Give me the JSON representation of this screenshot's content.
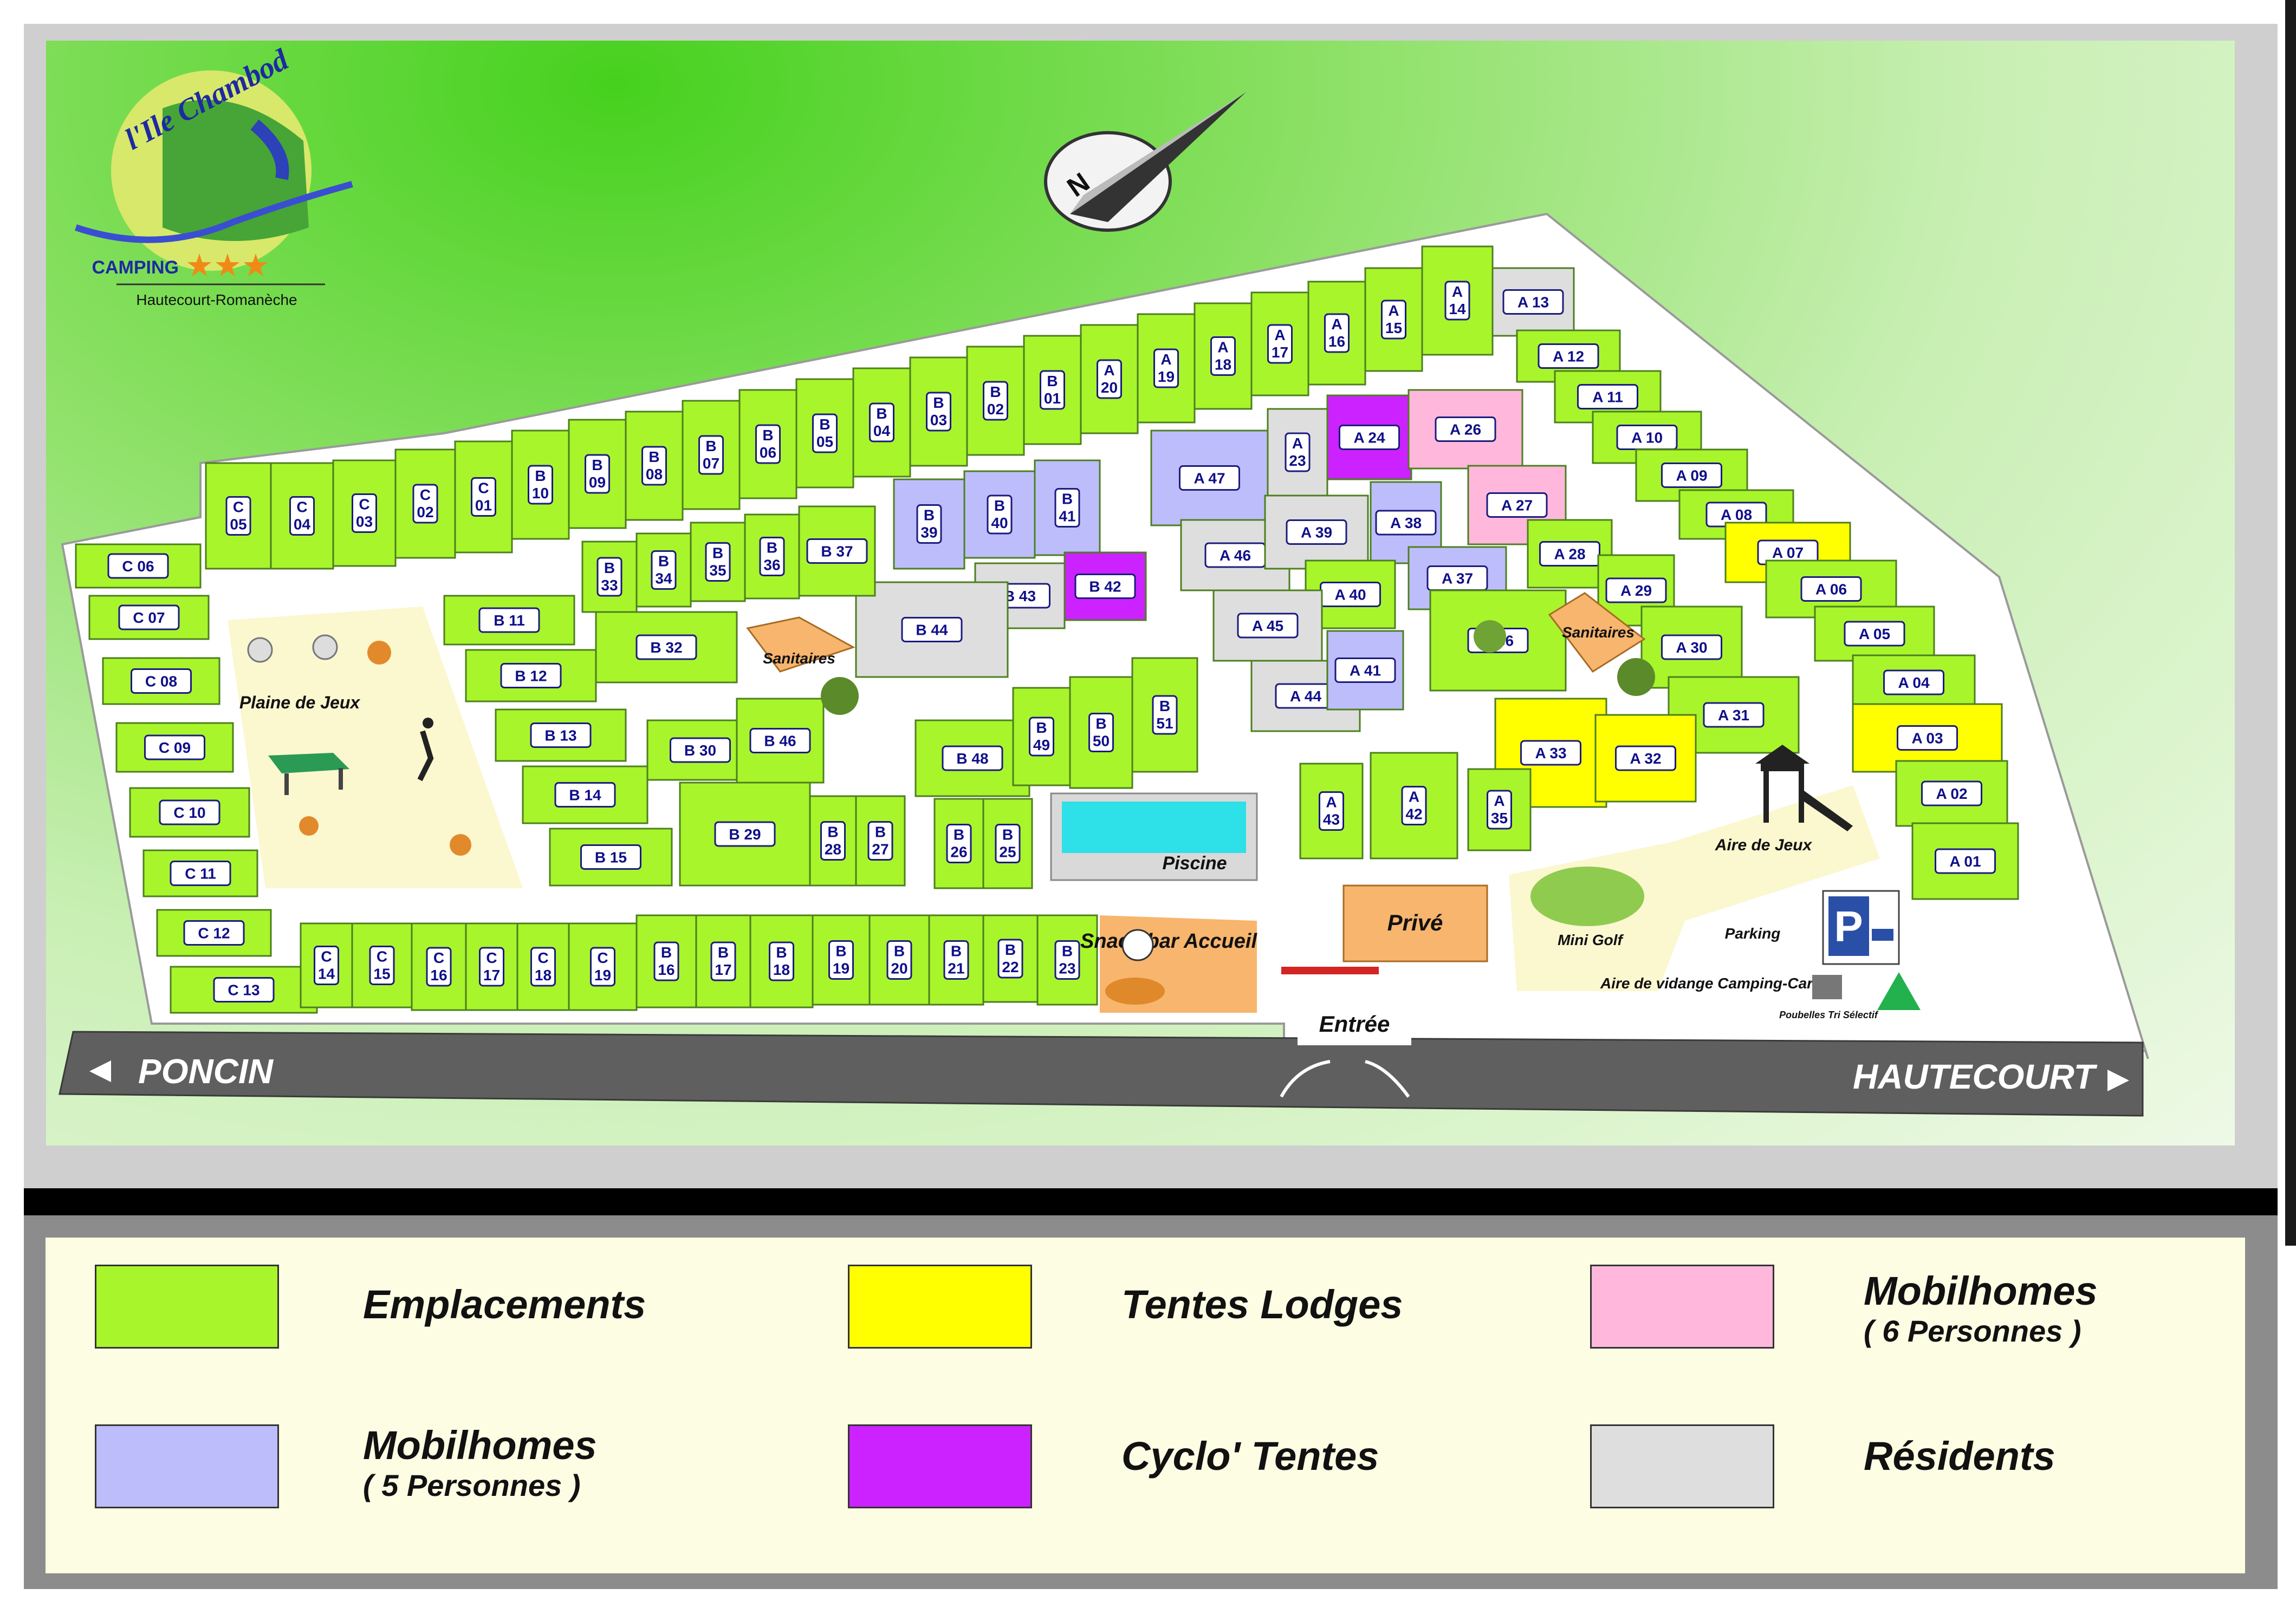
{
  "logo": {
    "name": "l'Ile Chambod",
    "tag": "CAMPING",
    "stars": "★★★",
    "place": "Hautecourt-Romanèche"
  },
  "compass": {
    "letter": "N"
  },
  "roads": {
    "left": "PONCIN",
    "right": "HAUTECOURT"
  },
  "places": {
    "plaine_de_jeux": "Plaine de Jeux",
    "sanitaires": "Sanitaires",
    "piscine": "Piscine",
    "snack": "Snack bar Accueil",
    "prive": "Privé",
    "entree": "Entrée",
    "aire_de_jeux": "Aire de Jeux",
    "mini_golf": "Mini Golf",
    "parking": "Parking",
    "aire_vidange": "Aire de vidange Camping-Car",
    "poubelles": "Poubelles Tri Sélectif"
  },
  "legend": [
    {
      "label": "Emplacements",
      "sub": "",
      "color": "#a8f52b"
    },
    {
      "label": "Tentes Lodges",
      "sub": "",
      "color": "#ffff00"
    },
    {
      "label": "Mobilhomes",
      "sub": "( 6 Personnes )",
      "color": "#ffb8dc"
    },
    {
      "label": "Mobilhomes",
      "sub": "( 5 Personnes )",
      "color": "#bdbdfc"
    },
    {
      "label": "Cyclo' Tentes",
      "sub": "",
      "color": "#cc22ff"
    },
    {
      "label": "Résidents",
      "sub": "",
      "color": "#dedede"
    }
  ],
  "lots": [
    {
      "id": "C 06",
      "cat": "emplacement"
    },
    {
      "id": "C 07",
      "cat": "emplacement"
    },
    {
      "id": "C 08",
      "cat": "emplacement"
    },
    {
      "id": "C 09",
      "cat": "emplacement"
    },
    {
      "id": "C 10",
      "cat": "emplacement"
    },
    {
      "id": "C 11",
      "cat": "emplacement"
    },
    {
      "id": "C 12",
      "cat": "emplacement"
    },
    {
      "id": "C 13",
      "cat": "emplacement"
    },
    {
      "id": "C 05",
      "cat": "emplacement"
    },
    {
      "id": "C 04",
      "cat": "emplacement"
    },
    {
      "id": "C 03",
      "cat": "emplacement"
    },
    {
      "id": "C 02",
      "cat": "emplacement"
    },
    {
      "id": "C 01",
      "cat": "emplacement"
    },
    {
      "id": "B 10",
      "cat": "emplacement"
    },
    {
      "id": "B 09",
      "cat": "emplacement"
    },
    {
      "id": "B 08",
      "cat": "emplacement"
    },
    {
      "id": "B 07",
      "cat": "emplacement"
    },
    {
      "id": "B 06",
      "cat": "emplacement"
    },
    {
      "id": "B 05",
      "cat": "emplacement"
    },
    {
      "id": "B 04",
      "cat": "emplacement"
    },
    {
      "id": "B 03",
      "cat": "emplacement"
    },
    {
      "id": "B 02",
      "cat": "emplacement"
    },
    {
      "id": "B 01",
      "cat": "emplacement"
    },
    {
      "id": "A 20",
      "cat": "emplacement"
    },
    {
      "id": "A 19",
      "cat": "emplacement"
    },
    {
      "id": "A 18",
      "cat": "emplacement"
    },
    {
      "id": "A 17",
      "cat": "emplacement"
    },
    {
      "id": "A 16",
      "cat": "emplacement"
    },
    {
      "id": "A 15",
      "cat": "emplacement"
    },
    {
      "id": "A 14",
      "cat": "emplacement"
    },
    {
      "id": "A 13",
      "cat": "resident"
    },
    {
      "id": "A 12",
      "cat": "emplacement"
    },
    {
      "id": "A 11",
      "cat": "emplacement"
    },
    {
      "id": "A 10",
      "cat": "emplacement"
    },
    {
      "id": "A 09",
      "cat": "emplacement"
    },
    {
      "id": "A 08",
      "cat": "emplacement"
    },
    {
      "id": "A 07",
      "cat": "lodge"
    },
    {
      "id": "A 06",
      "cat": "emplacement"
    },
    {
      "id": "A 05",
      "cat": "emplacement"
    },
    {
      "id": "A 04",
      "cat": "emplacement"
    },
    {
      "id": "A 03",
      "cat": "lodge"
    },
    {
      "id": "A 02",
      "cat": "emplacement"
    },
    {
      "id": "A 01",
      "cat": "emplacement"
    },
    {
      "id": "B 39",
      "cat": "mobil5"
    },
    {
      "id": "B 40",
      "cat": "mobil5"
    },
    {
      "id": "B 41",
      "cat": "mobil5"
    },
    {
      "id": "B 42",
      "cat": "cyclo"
    },
    {
      "id": "B 43",
      "cat": "resident"
    },
    {
      "id": "B 44",
      "cat": "resident"
    },
    {
      "id": "B 33",
      "cat": "emplacement"
    },
    {
      "id": "B 34",
      "cat": "emplacement"
    },
    {
      "id": "B 35",
      "cat": "emplacement"
    },
    {
      "id": "B 36",
      "cat": "emplacement"
    },
    {
      "id": "B 37",
      "cat": "emplacement"
    },
    {
      "id": "B 32",
      "cat": "emplacement"
    },
    {
      "id": "B 11",
      "cat": "emplacement"
    },
    {
      "id": "B 12",
      "cat": "emplacement"
    },
    {
      "id": "B 13",
      "cat": "emplacement"
    },
    {
      "id": "B 14",
      "cat": "emplacement"
    },
    {
      "id": "B 15",
      "cat": "emplacement"
    },
    {
      "id": "B 30",
      "cat": "emplacement"
    },
    {
      "id": "B 46",
      "cat": "emplacement"
    },
    {
      "id": "B 29",
      "cat": "emplacement"
    },
    {
      "id": "B 28",
      "cat": "emplacement"
    },
    {
      "id": "B 27",
      "cat": "emplacement"
    },
    {
      "id": "B 26",
      "cat": "emplacement"
    },
    {
      "id": "B 25",
      "cat": "emplacement"
    },
    {
      "id": "B 48",
      "cat": "emplacement"
    },
    {
      "id": "B 49",
      "cat": "emplacement"
    },
    {
      "id": "B 50",
      "cat": "emplacement"
    },
    {
      "id": "B 51",
      "cat": "emplacement"
    },
    {
      "id": "A 47",
      "cat": "mobil5"
    },
    {
      "id": "A 23",
      "cat": "resident"
    },
    {
      "id": "A 24",
      "cat": "cyclo"
    },
    {
      "id": "A 26",
      "cat": "mobil6"
    },
    {
      "id": "A 27",
      "cat": "mobil6"
    },
    {
      "id": "A 38",
      "cat": "mobil5"
    },
    {
      "id": "A 37",
      "cat": "mobil5"
    },
    {
      "id": "A 46",
      "cat": "resident"
    },
    {
      "id": "A 39",
      "cat": "resident"
    },
    {
      "id": "A 40",
      "cat": "emplacement"
    },
    {
      "id": "A 45",
      "cat": "resident"
    },
    {
      "id": "A 44",
      "cat": "resident"
    },
    {
      "id": "A 41",
      "cat": "mobil5"
    },
    {
      "id": "A 36",
      "cat": "emplacement"
    },
    {
      "id": "A 28",
      "cat": "emplacement"
    },
    {
      "id": "A 29",
      "cat": "emplacement"
    },
    {
      "id": "A 30",
      "cat": "emplacement"
    },
    {
      "id": "A 31",
      "cat": "emplacement"
    },
    {
      "id": "A 33",
      "cat": "lodge"
    },
    {
      "id": "A 32",
      "cat": "lodge"
    },
    {
      "id": "A 43",
      "cat": "emplacement"
    },
    {
      "id": "A 42",
      "cat": "emplacement"
    },
    {
      "id": "A 35",
      "cat": "emplacement"
    },
    {
      "id": "C 14",
      "cat": "emplacement"
    },
    {
      "id": "C 15",
      "cat": "emplacement"
    },
    {
      "id": "C 16",
      "cat": "emplacement"
    },
    {
      "id": "C 17",
      "cat": "emplacement"
    },
    {
      "id": "C 18",
      "cat": "emplacement"
    },
    {
      "id": "C 19",
      "cat": "emplacement"
    },
    {
      "id": "B 16",
      "cat": "emplacement"
    },
    {
      "id": "B 17",
      "cat": "emplacement"
    },
    {
      "id": "B 18",
      "cat": "emplacement"
    },
    {
      "id": "B 19",
      "cat": "emplacement"
    },
    {
      "id": "B 20",
      "cat": "emplacement"
    },
    {
      "id": "B 21",
      "cat": "emplacement"
    },
    {
      "id": "B 22",
      "cat": "emplacement"
    },
    {
      "id": "B 23",
      "cat": "emplacement"
    }
  ],
  "category_colors": {
    "emplacement": "#a8f52b",
    "lodge": "#ffff00",
    "mobil6": "#ffb8dc",
    "mobil5": "#bdbdfc",
    "cyclo": "#cc22ff",
    "resident": "#dedede"
  }
}
